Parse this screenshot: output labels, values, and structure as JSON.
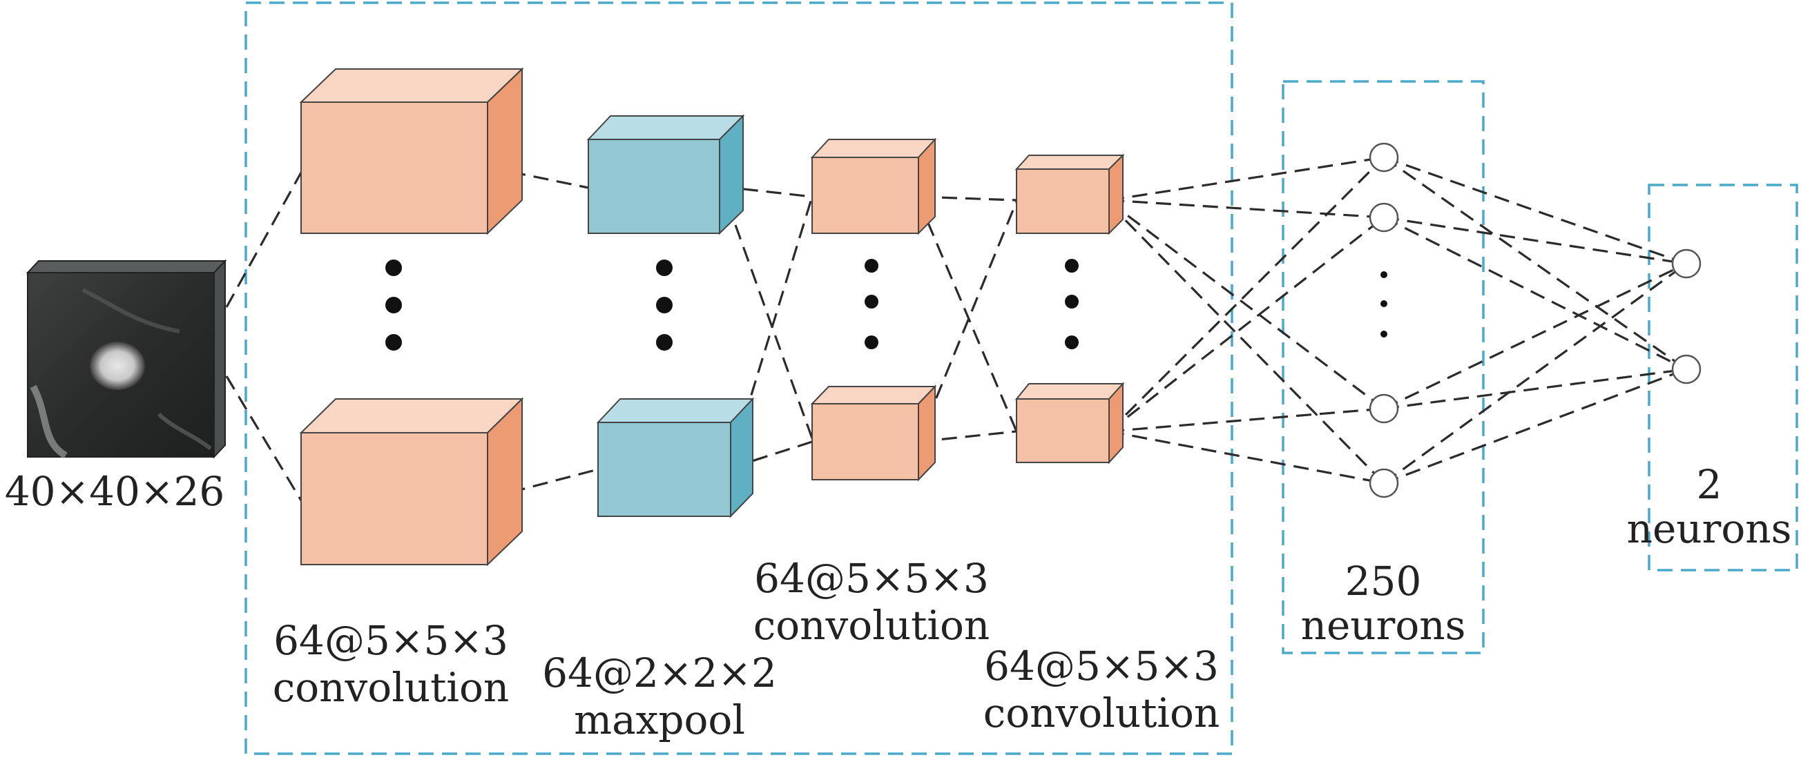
{
  "colors": {
    "box_border": "#4aa8c8",
    "conv_front": "#f4c1a6",
    "conv_top": "#f8d6c3",
    "conv_side": "#ec9b72",
    "pool_front": "#92c8d4",
    "pool_top": "#b9dde6",
    "pool_side": "#5fb0c2",
    "connection": "#2b2b2b",
    "text": "#222222"
  },
  "input": {
    "label": "40×40×26",
    "image": "grayscale CT patch showing bright nodule"
  },
  "layers": [
    {
      "id": "conv1",
      "kind": "conv",
      "label_line1": "64@5×5×3",
      "label_line2": "convolution"
    },
    {
      "id": "pool1",
      "kind": "maxpool",
      "label_line1": "64@2×2×2",
      "label_line2": "maxpool"
    },
    {
      "id": "conv2",
      "kind": "conv",
      "label_line1": "64@5×5×3",
      "label_line2": "convolution"
    },
    {
      "id": "conv3",
      "kind": "conv",
      "label_line1": "64@5×5×3",
      "label_line2": "convolution"
    }
  ],
  "dense": {
    "label_line1": "250",
    "label_line2": "neurons"
  },
  "output": {
    "label_line1": "2",
    "label_line2": "neurons"
  },
  "ellipsis": {
    "cube_columns": "⋮",
    "dense_column": "⋮"
  }
}
